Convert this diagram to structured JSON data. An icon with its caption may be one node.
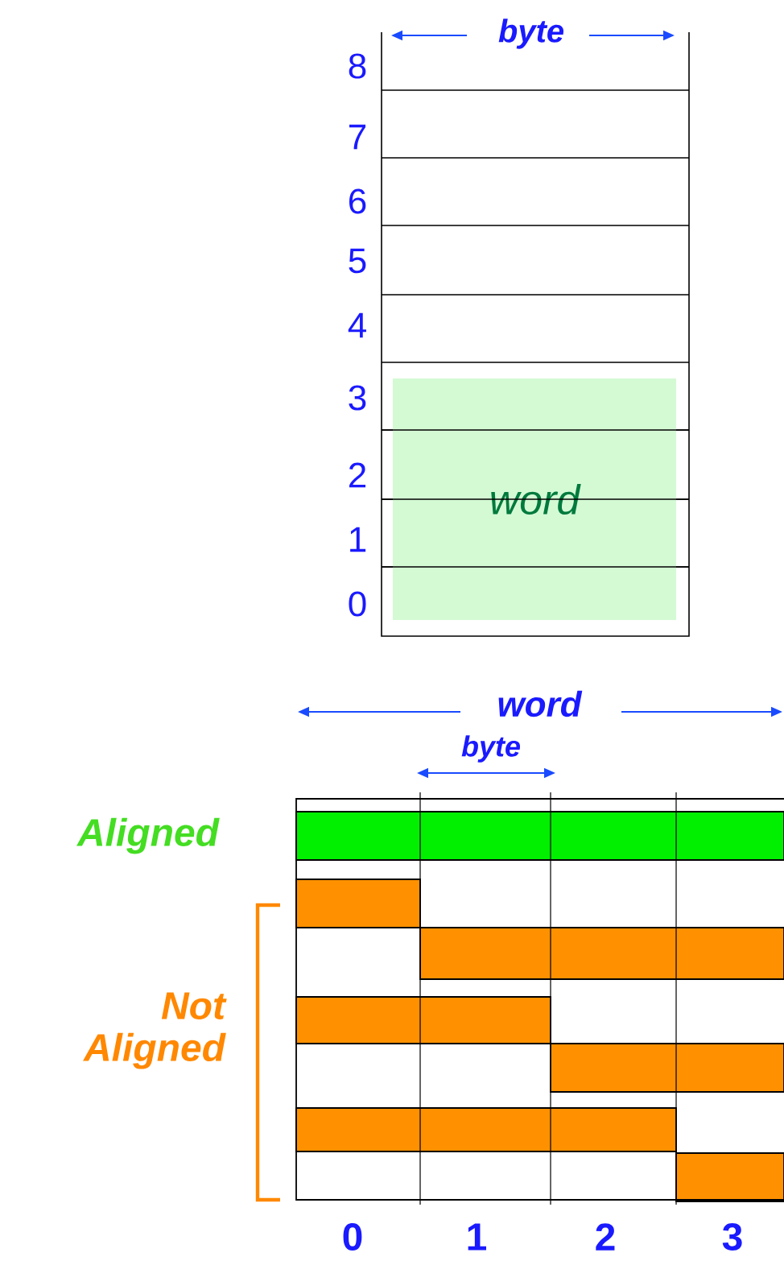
{
  "diagram": {
    "nodes": [
      {
        "text": [
          "word"
        ]
      }
    ],
    "edges": [],
    "labels": [
      "byte",
      "8",
      "7",
      "6",
      "5",
      "4",
      "3",
      "2",
      "1",
      "0",
      "word",
      "byte",
      "Aligned",
      "Not Aligned",
      "0",
      "1",
      "2",
      "3"
    ]
  }
}
